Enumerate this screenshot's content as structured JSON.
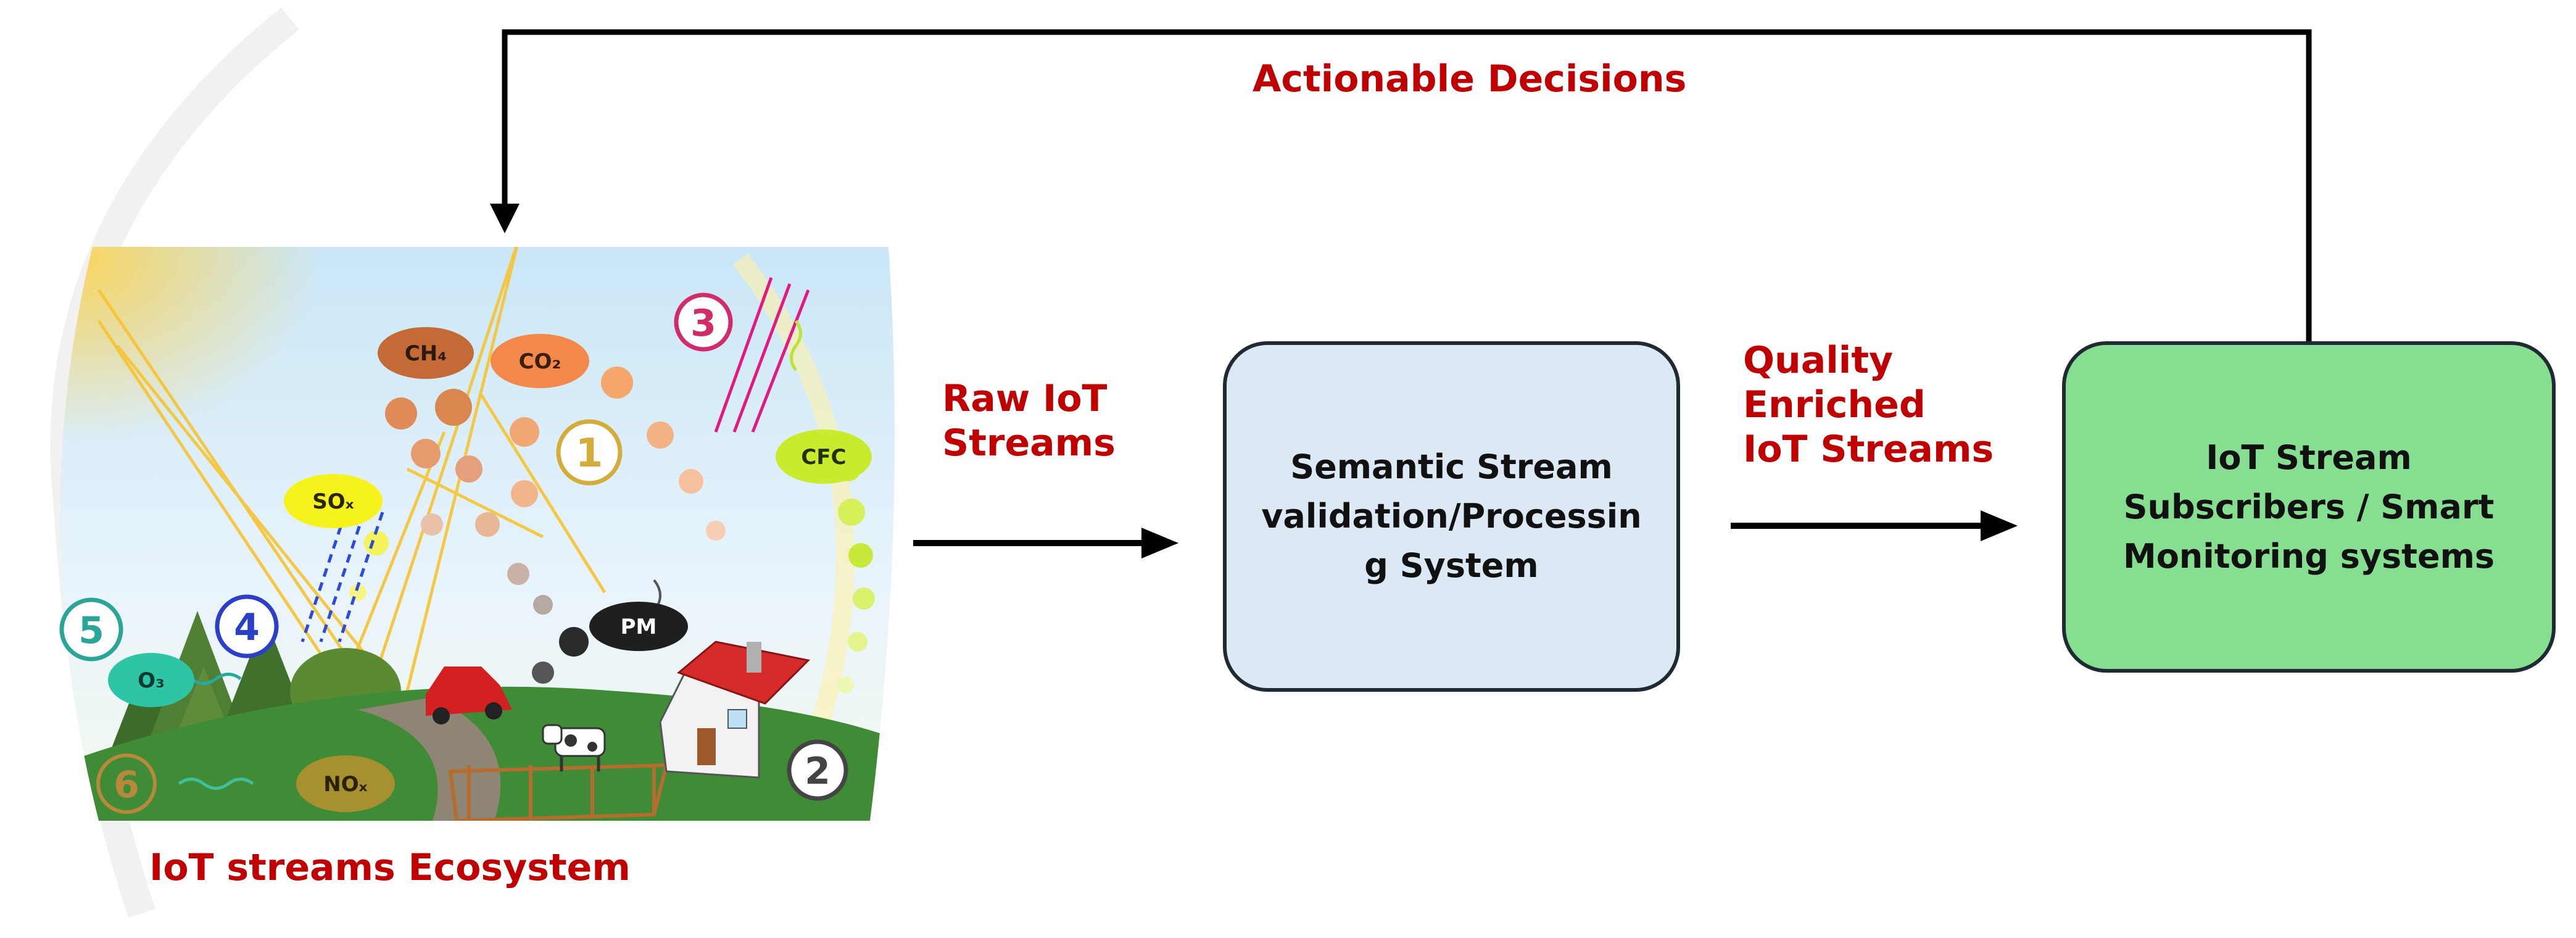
{
  "labels": {
    "feedback": "Actionable Decisions",
    "raw_streams": "Raw IoT\nStreams",
    "quality_streams": "Quality\nEnriched\nIoT Streams",
    "ecosystem": "IoT streams Ecosystem"
  },
  "boxes": {
    "processing": "Semantic Stream\nvalidation/Processin\ng System",
    "subscribers": "IoT Stream\nSubscribers / Smart\nMonitoring systems"
  },
  "illustration": {
    "gases": {
      "ch4": "CH₄",
      "co2": "CO₂",
      "cfc": "CFC",
      "sox": "SOₓ",
      "pm": "PM",
      "o3": "O₃",
      "nox": "NOₓ"
    },
    "markers": {
      "m1": "1",
      "m2": "2",
      "m3": "3",
      "m4": "4",
      "m5": "5",
      "m6": "6"
    }
  },
  "colors": {
    "label_red": "#c00000",
    "processing_fill": "#dce9f5",
    "subscribers_fill": "#86df90",
    "box_border": "#1f2a33",
    "arrow": "#000000"
  }
}
